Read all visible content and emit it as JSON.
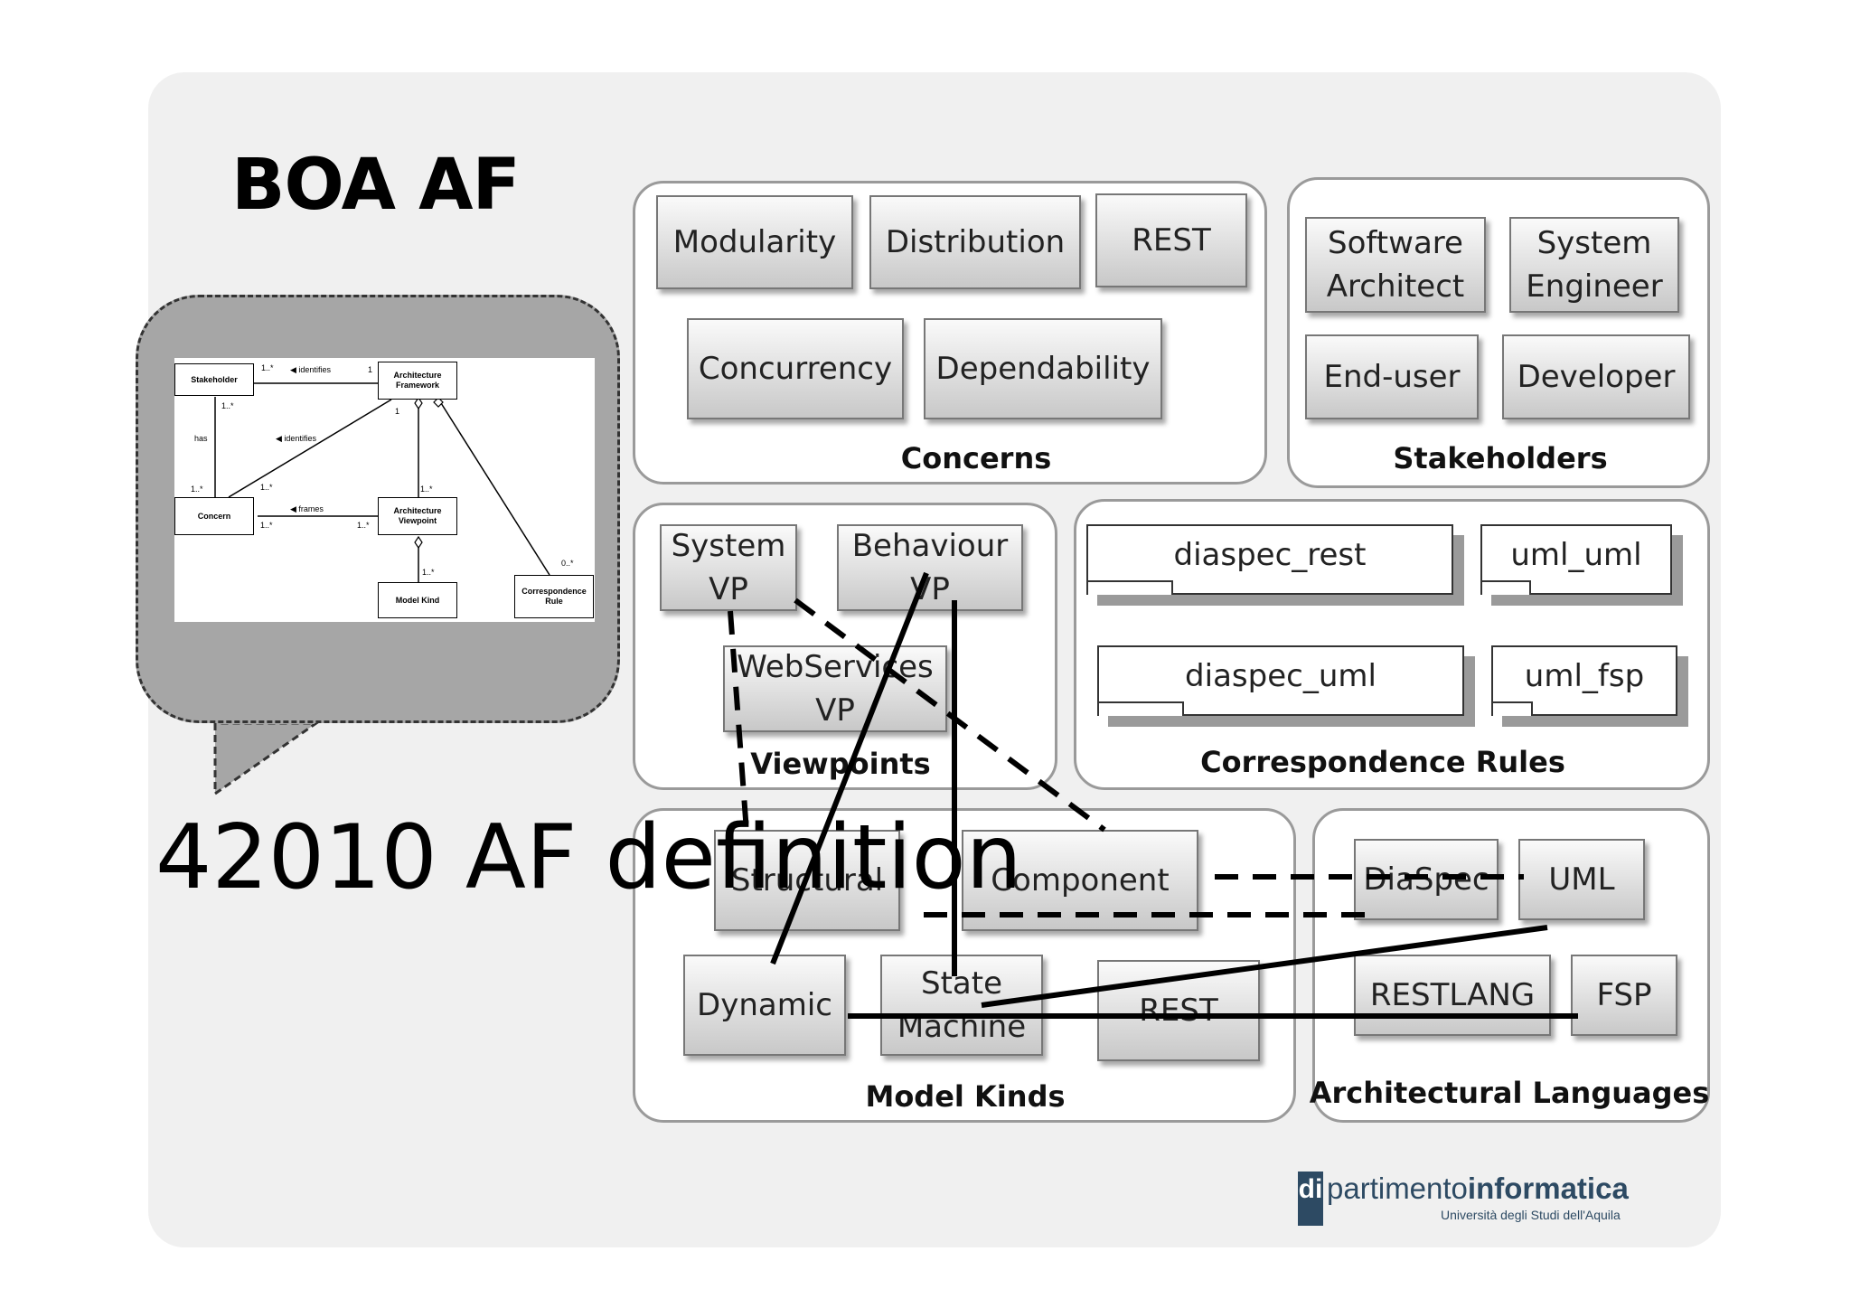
{
  "title": "BOA AF",
  "subtitle_big": "42010 AF definition",
  "uml": {
    "classes": {
      "stakeholder": "Stakeholder",
      "framework": "Architecture Framework",
      "concern": "Concern",
      "viewpoint": "Architecture Viewpoint",
      "model_kind": "Model Kind",
      "rule": "Correspondence Rule"
    },
    "labels": {
      "identifies1": "◀ identifies",
      "identifies2": "◀ identifies",
      "frames": "◀ frames",
      "has": "has",
      "m_1s_a": "1..*",
      "m_1_a": "1",
      "m_1s_b": "1..*",
      "m_1s_c": "1..*",
      "m_1_b": "1",
      "m_1s_d": "1..*",
      "m_1s_e": "1..*",
      "m_1s_f": "1..*",
      "m_1s_g": "1..*",
      "m_1s_h": "1..*",
      "m_0s": "0..*"
    }
  },
  "groups": {
    "concerns": {
      "label": "Concerns",
      "items": [
        "Modularity",
        "Distribution",
        "REST",
        "Concurrency",
        "Dependability"
      ]
    },
    "stakeholders": {
      "label": "Stakeholders",
      "items": [
        "Software Architect",
        "System Engineer",
        "End-user",
        "Developer"
      ]
    },
    "viewpoints": {
      "label": "Viewpoints",
      "items": [
        "System VP",
        "Behaviour VP",
        "WebServices VP"
      ]
    },
    "rules": {
      "label": "Correspondence Rules",
      "items": [
        "diaspec_rest",
        "uml_uml",
        "diaspec_uml",
        "uml_fsp"
      ]
    },
    "model_kinds": {
      "label": "Model Kinds",
      "items": [
        "Structural",
        "Component",
        "Dynamic",
        "State Machine",
        "REST"
      ]
    },
    "languages": {
      "label": "Architectural Languages",
      "items": [
        "DiaSpec",
        "UML",
        "RESTLANG",
        "FSP"
      ]
    }
  },
  "logo": {
    "mark": "di",
    "word_regular": "partimento",
    "word_bold": "informatica",
    "tagline": "Università degli Studi dell'Aquila"
  }
}
